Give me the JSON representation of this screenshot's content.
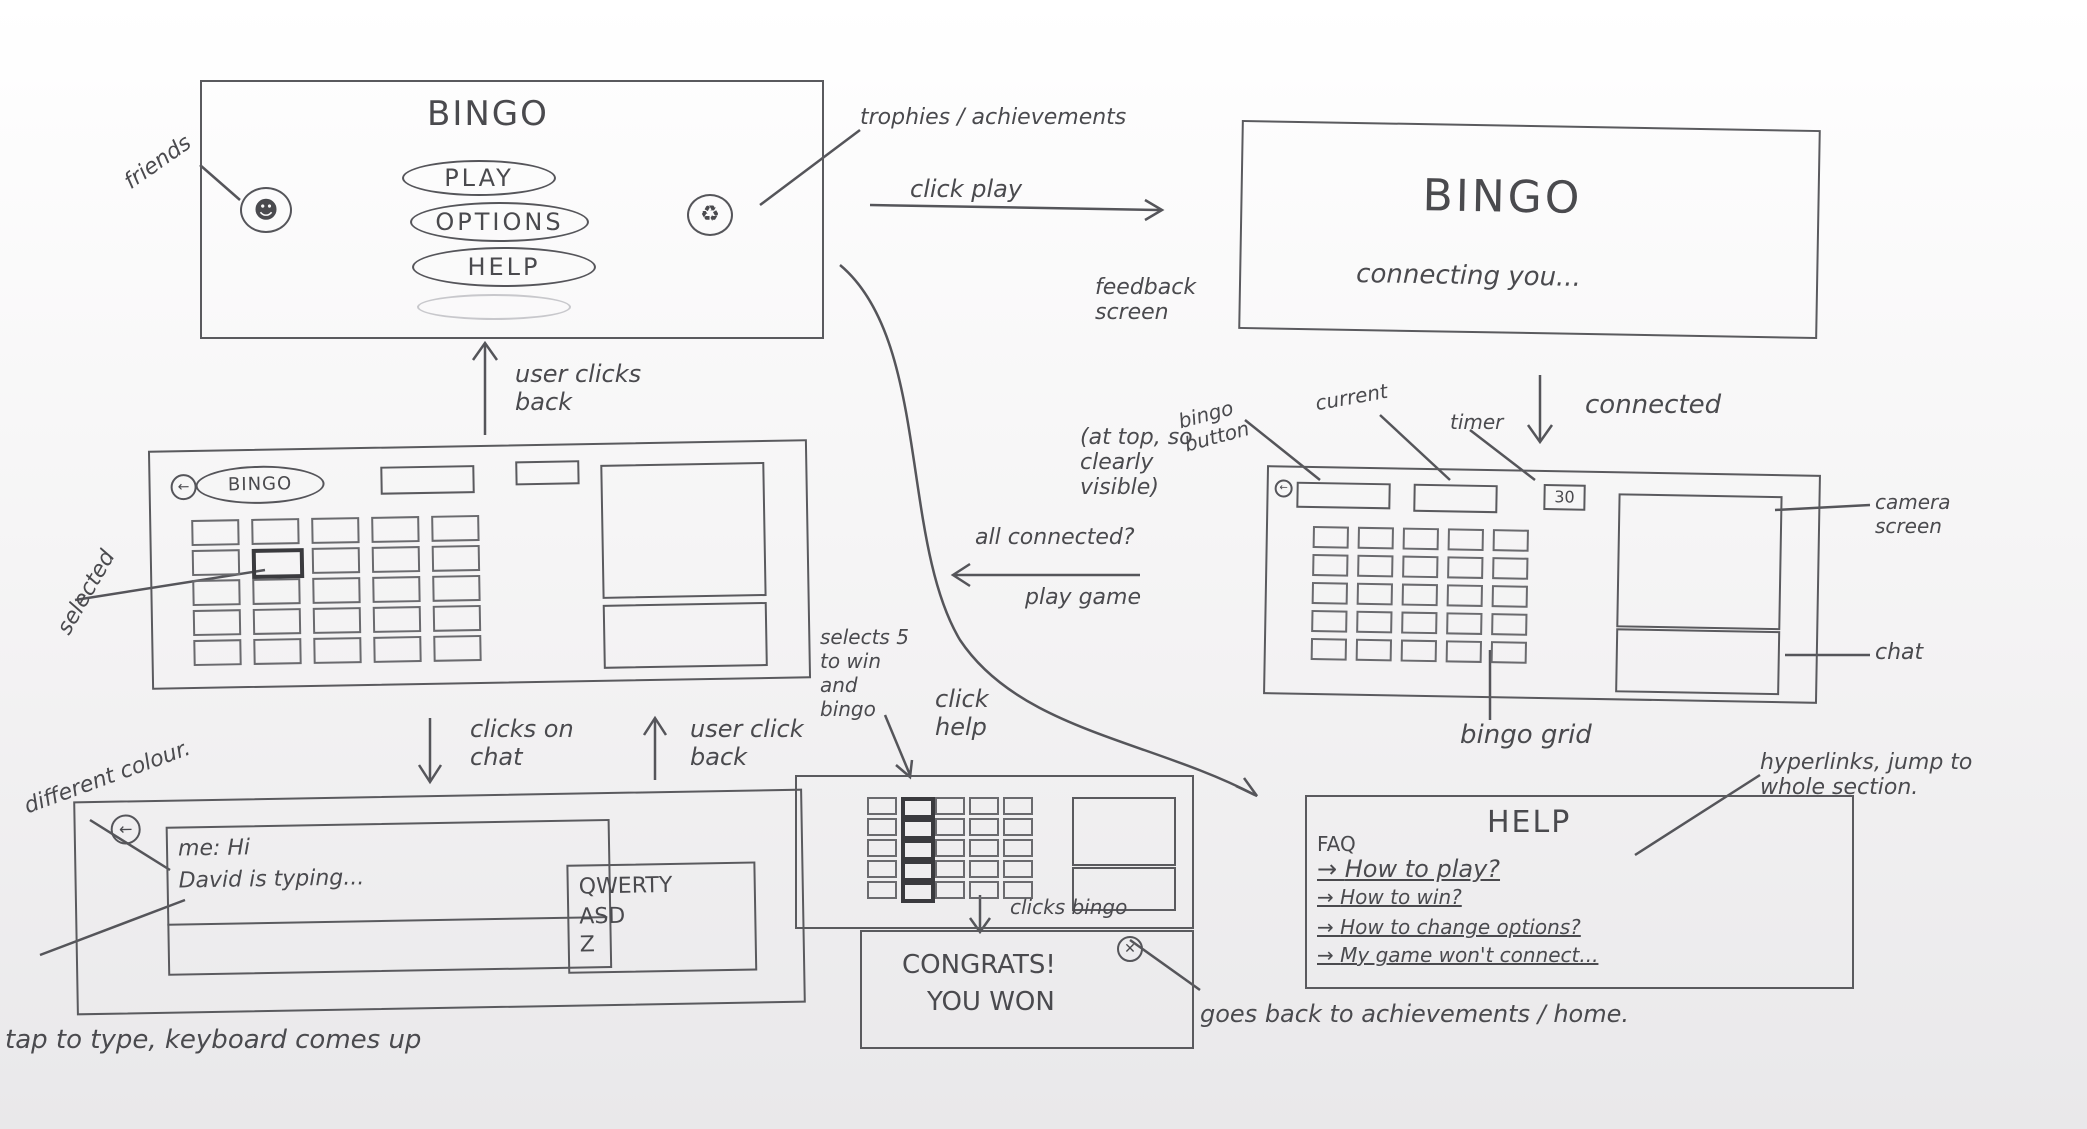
{
  "labels": {
    "friends": "friends",
    "trophies": "trophies / achievements",
    "click_play": "click play",
    "feedback_screen": "feedback screen",
    "user_clicks_back": "user clicks back",
    "bingo_button_label": "bingo button",
    "current_label": "current",
    "timer_label": "timer",
    "at_top_note": "(at top, so clearly visible)",
    "connected": "connected",
    "all_connected": "all connected?",
    "play_game": "play game",
    "selected": "selected",
    "camera_screen": "camera screen",
    "chat": "chat",
    "bingo_grid": "bingo grid",
    "clicks_on_chat": "clicks on chat",
    "user_click_back": "user click back",
    "selects_5": "selects 5 to win and bingo",
    "click_help": "click help",
    "different_colour": "different colour.",
    "hyperlinks": "hyperlinks, jump to whole section.",
    "tap_to_type": "tap to type, keyboard comes up",
    "goes_back": "goes back to achievements / home.",
    "clicks_bingo": "clicks bingo"
  },
  "menu_screen": {
    "title": "BINGO",
    "buttons": [
      "PLAY",
      "OPTIONS",
      "HELP"
    ]
  },
  "loading_screen": {
    "title": "BINGO",
    "status": "connecting you..."
  },
  "game_screen": {
    "bingo_button": "BINGO",
    "timer": "30"
  },
  "chat_screen": {
    "messages": [
      "me: Hi",
      "David is typing..."
    ],
    "keyboard": [
      "QWERTY",
      "ASD",
      "Z"
    ]
  },
  "win_screen": {
    "line1": "CONGRATS!",
    "line2": "YOU WON"
  },
  "help_screen": {
    "title": "HELP",
    "faq": "FAQ",
    "links": [
      "How to play?",
      "How to win?",
      "How to change options?",
      "My game won't connect..."
    ]
  }
}
